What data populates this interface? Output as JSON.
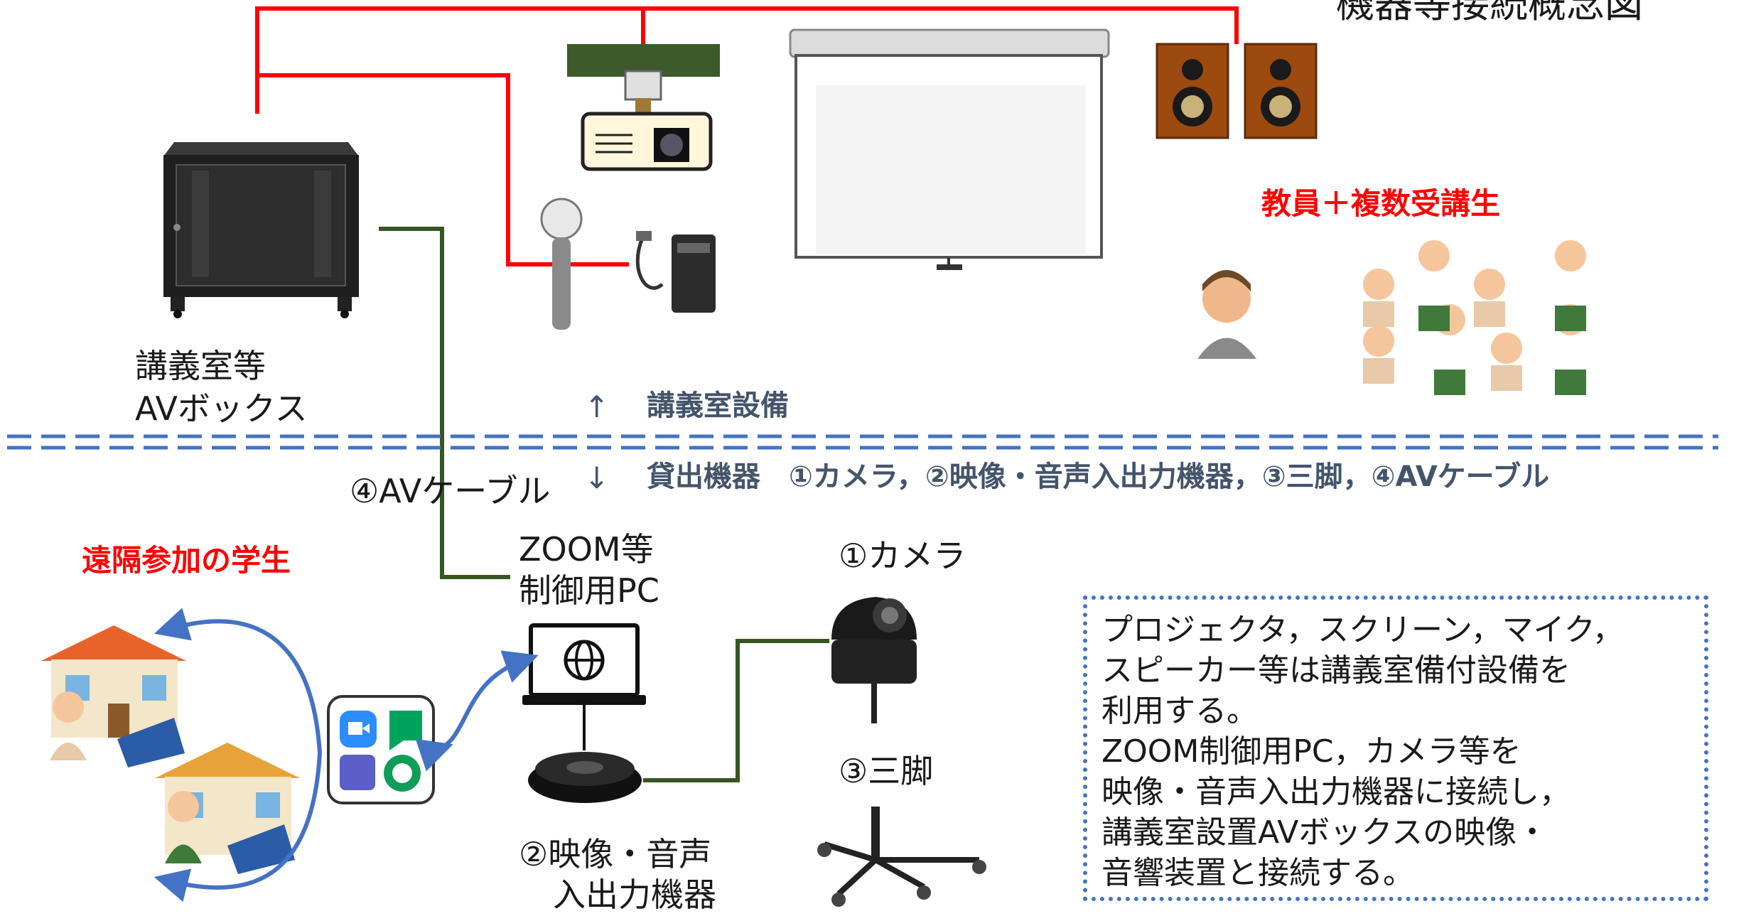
{
  "title": "機器等接続概念図",
  "labels": {
    "av_box": [
      "講義室等",
      "AVボックス"
    ],
    "teacher_students": "教員＋複数受講生",
    "classroom_equipment": "講義室設備",
    "lending_equipment": "貸出機器　①カメラ，②映像・音声入出力機器，③三脚，④AVケーブル",
    "av_cable": "④AVケーブル",
    "zoom_pc": [
      "ZOOM等",
      "制御用PC"
    ],
    "remote_students": "遠隔参加の学生",
    "camera": "①カメラ",
    "tripod": "③三脚",
    "av_io": [
      "②映像・音声",
      "入出力機器"
    ]
  },
  "arrows": {
    "up": "↑",
    "down": "↓"
  },
  "note": [
    "プロジェクタ，スクリーン，マイク，",
    "スピーカー等は講義室備付設備を",
    "利用する。",
    "ZOOM制御用PC，カメラ等を",
    "映像・音声入出力機器に接続し，",
    "講義室設置AVボックスの映像・",
    "音響装置と接続する。"
  ],
  "colors": {
    "classroom_wiring": "#ff0000",
    "lending_cable": "#375623",
    "network_link": "#4472c4",
    "divider": "#4472c4",
    "highlight_text": "#ff0000",
    "section_text": "#44546a"
  }
}
